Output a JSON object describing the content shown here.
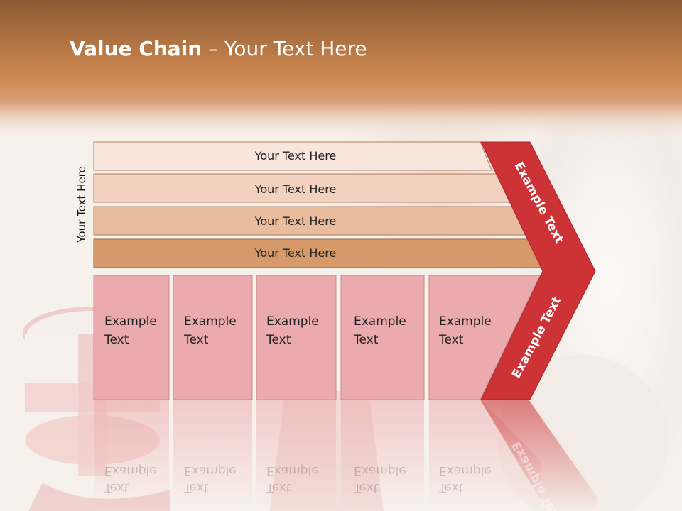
{
  "slide": {
    "title_bold": "Value Chain",
    "title_rest": " – Your Text Here",
    "side_label": "Your Text Here"
  },
  "rows": [
    {
      "label": "Your Text Here",
      "color": "#f7e6dc"
    },
    {
      "label": "Your Text Here",
      "color": "#f2d2bf"
    },
    {
      "label": "Your Text Here",
      "color": "#e8bc9d"
    },
    {
      "label": "Your Text Here",
      "color": "#d69a6a"
    }
  ],
  "chevron": {
    "top_label": "Example Text",
    "bottom_label": "Example Text",
    "color": "#cc3236"
  },
  "boxes": [
    {
      "line1": "Example",
      "line2": "Text"
    },
    {
      "line1": "Example",
      "line2": "Text"
    },
    {
      "line1": "Example",
      "line2": "Text"
    },
    {
      "line1": "Example",
      "line2": "Text"
    },
    {
      "line1": "Example",
      "line2": "Text"
    }
  ],
  "colors": {
    "header_top": "#8b5a34",
    "header_bottom": "#d08a55",
    "box_fill": "#ebaaad",
    "accent_red": "#cc3236"
  }
}
